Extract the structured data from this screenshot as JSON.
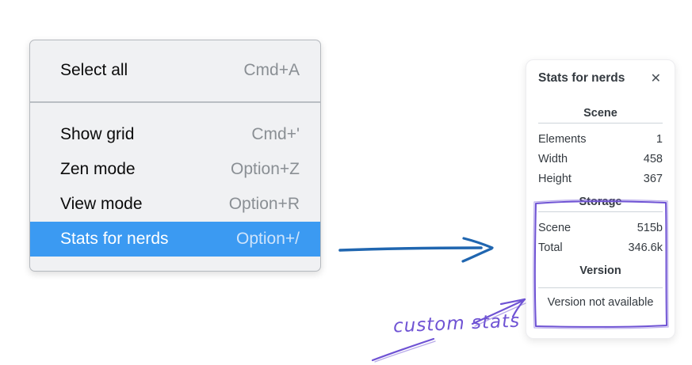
{
  "colors": {
    "highlight_blue": "#3b9af2",
    "arrow_blue": "#2066b0",
    "annotation_purple": "#6f53d4"
  },
  "context_menu": {
    "items": [
      {
        "label": "Select all",
        "shortcut": "Cmd+A",
        "selected": false
      },
      {
        "label": "Show grid",
        "shortcut": "Cmd+'",
        "selected": false
      },
      {
        "label": "Zen mode",
        "shortcut": "Option+Z",
        "selected": false
      },
      {
        "label": "View mode",
        "shortcut": "Option+R",
        "selected": false
      },
      {
        "label": "Stats for nerds",
        "shortcut": "Option+/",
        "selected": true
      }
    ]
  },
  "stats_panel": {
    "title": "Stats for nerds",
    "close_glyph": "✕",
    "sections": [
      {
        "heading": "Scene",
        "rows": [
          {
            "label": "Elements",
            "value": "1"
          },
          {
            "label": "Width",
            "value": "458"
          },
          {
            "label": "Height",
            "value": "367"
          }
        ]
      },
      {
        "heading": "Storage",
        "rows": [
          {
            "label": "Scene",
            "value": "515b"
          },
          {
            "label": "Total",
            "value": "346.6k"
          }
        ]
      },
      {
        "heading": "Version",
        "note": "Version not available"
      }
    ]
  },
  "annotation": {
    "label": "custom stats"
  }
}
